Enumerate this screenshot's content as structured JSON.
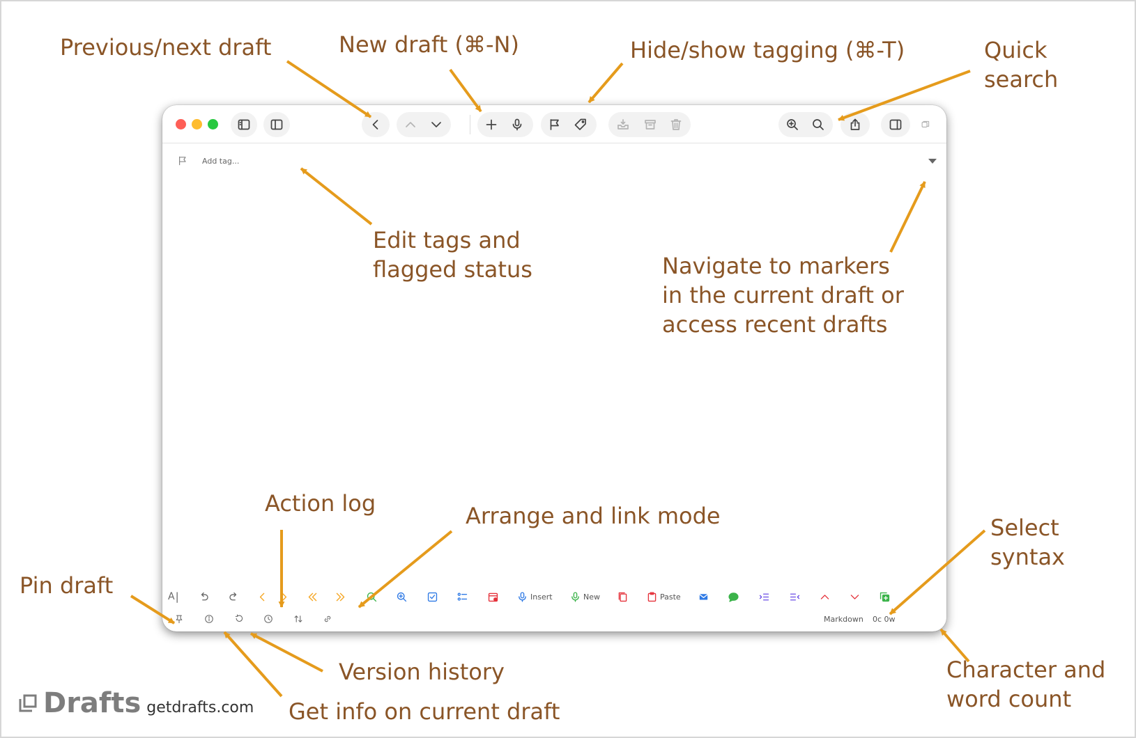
{
  "annotations": {
    "prev_next": "Previous/next draft",
    "new_draft": "New draft (⌘-N)",
    "hide_tagging": "Hide/show tagging (⌘-T)",
    "quick_search": "Quick\nsearch",
    "edit_tags": "Edit tags and\nflagged status",
    "navigate_markers": "Navigate to markers\nin the current draft or\naccess recent drafts",
    "action_log": "Action log",
    "arrange_link": "Arrange and link mode",
    "pin_draft": "Pin draft",
    "select_syntax": "Select\nsyntax",
    "version_history": "Version history",
    "get_info": "Get info on current draft",
    "char_word": "Character and\nword count"
  },
  "editor": {
    "tag_placeholder": "Add tag..."
  },
  "keyboard": {
    "insert_label": "Insert",
    "new_label": "New",
    "paste_label": "Paste"
  },
  "status": {
    "syntax": "Markdown",
    "count": "0c 0w"
  },
  "brand": {
    "name": "Drafts",
    "site": "getdrafts.com"
  },
  "colors": {
    "annotation": "#8a5527",
    "arrow": "#e59b1c",
    "close": "#fe5f57",
    "minimize": "#febc2e",
    "zoom": "#28c840",
    "accent_orange": "#f5a623",
    "accent_green": "#3bb34a",
    "accent_blue": "#2f7ae5",
    "accent_red": "#e5323b",
    "accent_purple": "#6b4de6"
  },
  "icons": [
    "sidebar-icon",
    "inspector-icon",
    "chevron-left-icon",
    "chevron-up-icon",
    "chevron-down-icon",
    "plus-icon",
    "mic-icon",
    "flag-icon",
    "tag-icon",
    "inbox-icon",
    "archive-icon",
    "trash-icon",
    "zoom-in-icon",
    "search-icon",
    "share-icon",
    "panel-icon",
    "window-icon"
  ]
}
